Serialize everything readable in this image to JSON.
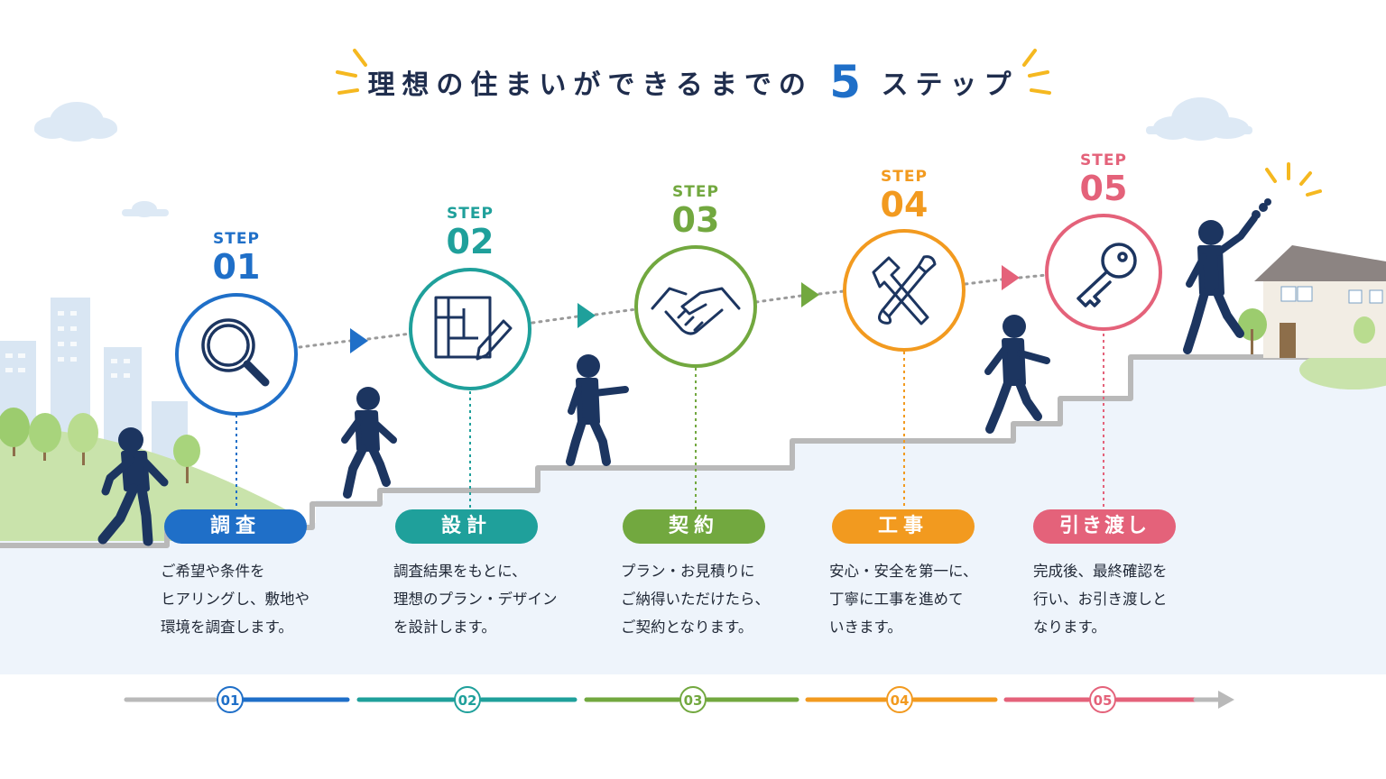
{
  "title": {
    "prefix": "理想の住まいができるまでの",
    "highlight": "5",
    "suffix": "ステップ"
  },
  "step_word": "STEP",
  "steps": [
    {
      "num": "01",
      "name": "調査",
      "color": "#1f6fc8",
      "icon": "magnifier-icon",
      "desc": [
        "ご希望や条件を",
        "ヒアリングし、敷地や",
        "環境を調査します。"
      ]
    },
    {
      "num": "02",
      "name": "設計",
      "color": "#1fa09b",
      "icon": "blueprint-pencil-icon",
      "desc": [
        "調査結果をもとに、",
        "理想のプラン・デザイン",
        "を設計します。"
      ]
    },
    {
      "num": "03",
      "name": "契約",
      "color": "#72a83f",
      "icon": "handshake-icon",
      "desc": [
        "プラン・お見積りに",
        "ご納得いただけたら、",
        "ご契約となります。"
      ]
    },
    {
      "num": "04",
      "name": "工事",
      "color": "#f29a1f",
      "icon": "hammer-wrench-icon",
      "desc": [
        "安心・安全を第一に、",
        "丁寧に工事を進めて",
        "いきます。"
      ]
    },
    {
      "num": "05",
      "name": "引き渡し",
      "color": "#e4627a",
      "icon": "key-icon",
      "desc": [
        "完成後、最終確認を",
        "行い、お引き渡しと",
        "なります。"
      ]
    }
  ],
  "colors": {
    "title_text": "#1f2d4d",
    "accent_yellow": "#f5b820",
    "figure": "#1c3560",
    "stairs": "#b9b9b9",
    "ground": "#eef4fb"
  }
}
